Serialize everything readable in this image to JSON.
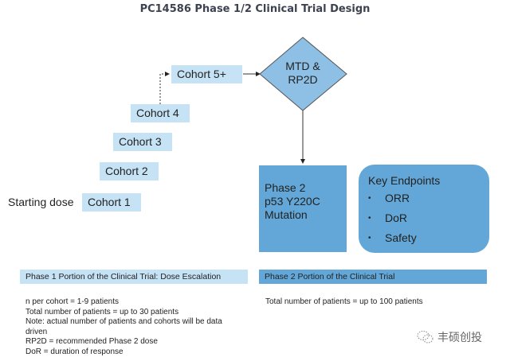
{
  "title": "PC14586 Phase 1/2 Clinical Trial Design",
  "dose_escalation": {
    "starting_label": "Starting dose",
    "cohorts": [
      "Cohort 1",
      "Cohort 2",
      "Cohort 3",
      "Cohort 4",
      "Cohort 5+"
    ]
  },
  "decision": {
    "line1": "MTD &",
    "line2": "RP2D"
  },
  "phase2_box": {
    "lines": [
      "Phase 2",
      "p53 Y220C",
      "Mutation"
    ]
  },
  "endpoints": {
    "title": "Key Endpoints",
    "bullet": "•",
    "items": [
      "ORR",
      "DoR",
      "Safety"
    ]
  },
  "phase1_band": {
    "label": "Phase 1 Portion of the Clinical Trial: Dose Escalation",
    "notes": [
      "n per cohort = 1-9 patients",
      "Total number of patients = up to 30 patients",
      "Note: actual number of patients and cohorts will be data",
      "driven",
      "RP2D = recommended Phase 2 dose",
      "DoR = duration of response"
    ]
  },
  "phase2_band": {
    "label": "Phase 2 Portion of the Clinical Trial",
    "notes": [
      "Total number of patients = up to 100 patients"
    ]
  },
  "watermark": {
    "icon": "wechat-icon",
    "text": "丰硕创投"
  },
  "colors": {
    "light_blue": "#c6e2f5",
    "medium_blue": "#62a7d7",
    "diamond_blue": "#8ec0e6",
    "title_gray": "#3d4250"
  }
}
